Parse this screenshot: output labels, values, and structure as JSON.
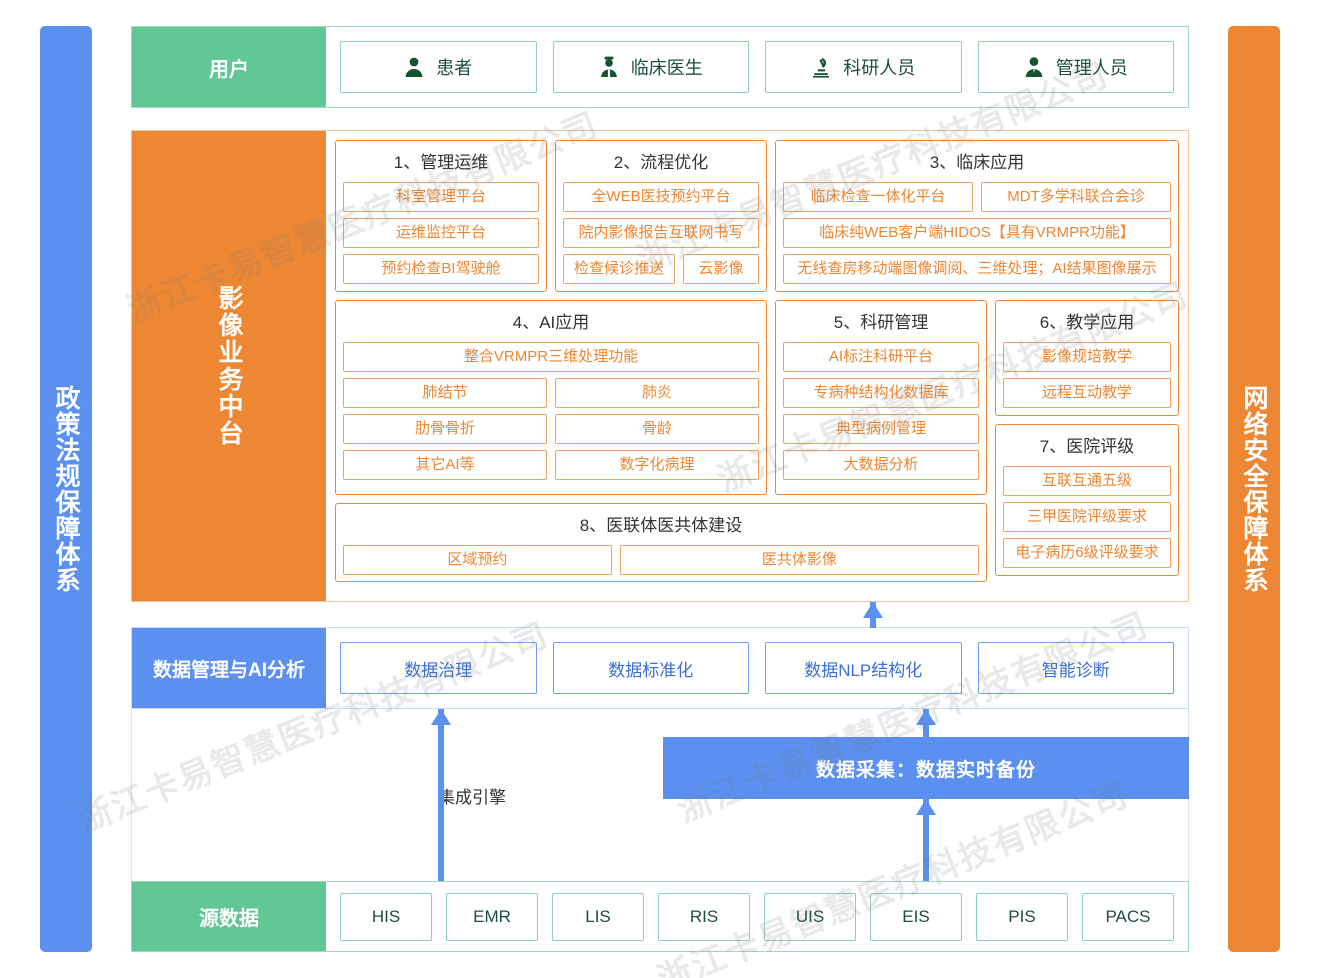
{
  "left_pillar": {
    "label": "政策法规保障体系",
    "color": "#5B90F0"
  },
  "right_pillar": {
    "label": "网络安全保障体系",
    "color": "#ED8733"
  },
  "users": {
    "label": "用户",
    "color": "#60C795",
    "items": [
      {
        "label": "患者",
        "icon": "person-icon"
      },
      {
        "label": "临床医生",
        "icon": "doctor-icon"
      },
      {
        "label": "科研人员",
        "icon": "microscope-icon"
      },
      {
        "label": "管理人员",
        "icon": "manager-icon"
      }
    ]
  },
  "middle": {
    "label": "影像业务中台",
    "color": "#ED8733",
    "groups": [
      {
        "title": "1、管理运维",
        "rows": [
          [
            "科室管理平台"
          ],
          [
            "运维监控平台"
          ],
          [
            "预约检查BI驾驶舱"
          ]
        ]
      },
      {
        "title": "2、流程优化",
        "rows": [
          [
            "全WEB医技预约平台"
          ],
          [
            "院内影像报告互联网书写"
          ],
          [
            "检查候诊推送",
            "云影像"
          ]
        ]
      },
      {
        "title": "3、临床应用",
        "rows": [
          [
            "临床检查一体化平台",
            "MDT多学科联合会诊"
          ],
          [
            "临床纯WEB客户端HIDOS【具有VRMPR功能】"
          ],
          [
            "无线查房移动端图像调阅、三维处理；AI结果图像展示"
          ]
        ]
      },
      {
        "title": "4、AI应用",
        "rows": [
          [
            "整合VRMPR三维处理功能"
          ],
          [
            "肺结节",
            "肺炎"
          ],
          [
            "肋骨骨折",
            "骨龄"
          ],
          [
            "其它AI等",
            "数字化病理"
          ]
        ]
      },
      {
        "title": "5、科研管理",
        "rows": [
          [
            "AI标注科研平台"
          ],
          [
            "专病种结构化数据库"
          ],
          [
            "典型病例管理"
          ],
          [
            "大数据分析"
          ]
        ]
      },
      {
        "title": "6、教学应用",
        "rows": [
          [
            "影像规培教学"
          ],
          [
            "远程互动教学"
          ]
        ]
      },
      {
        "title": "7、医院评级",
        "rows": [
          [
            "互联互通五级"
          ],
          [
            "三甲医院评级要求"
          ],
          [
            "电子病历6级评级要求"
          ]
        ]
      },
      {
        "title": "8、医联体医共体建设",
        "rows": [
          [
            "区域预约",
            "医共体影像"
          ]
        ]
      }
    ]
  },
  "data_layer": {
    "label": "数据管理与AI分析",
    "color": "#5B90F0",
    "items": [
      "数据治理",
      "数据标准化",
      "数据NLP结构化",
      "智能诊断"
    ]
  },
  "transport": {
    "collect_label": "数据采集：数据实时备份",
    "engine_label": "集成引擎"
  },
  "source": {
    "label": "源数据",
    "color": "#60C795",
    "items": [
      "HIS",
      "EMR",
      "LIS",
      "RIS",
      "UIS",
      "EIS",
      "PIS",
      "PACS"
    ]
  },
  "watermark": {
    "text": "浙江卡易智慧医疗科技有限公司"
  }
}
